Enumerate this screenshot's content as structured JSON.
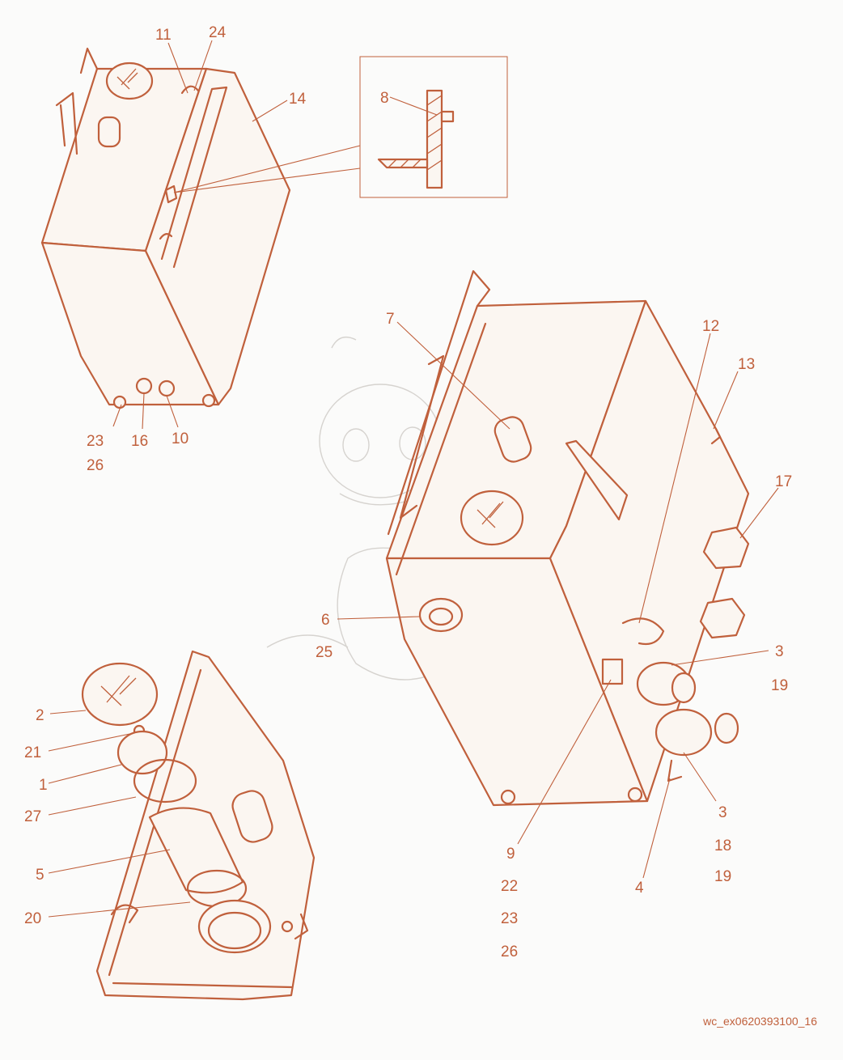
{
  "colors": {
    "line": "#c0603c",
    "background": "#fbfbfa",
    "watermark": "#d6d3cf"
  },
  "drawing_code": "wc_ex0620393100_16",
  "callouts": {
    "top_left": [
      "11",
      "24",
      "14",
      "23",
      "26",
      "16",
      "10"
    ],
    "detail_inset": [
      "8"
    ],
    "right": [
      "7",
      "12",
      "13",
      "17",
      "6",
      "25",
      "3",
      "19",
      "3",
      "18",
      "19",
      "9",
      "22",
      "23",
      "26",
      "4"
    ],
    "bottom_left": [
      "2",
      "21",
      "1",
      "27",
      "5",
      "20"
    ]
  },
  "assemblies": [
    "battery-box-closed-view",
    "lid-seal-detail-section",
    "battery-box-open-view",
    "lid-filler-cap-exploded-view"
  ]
}
